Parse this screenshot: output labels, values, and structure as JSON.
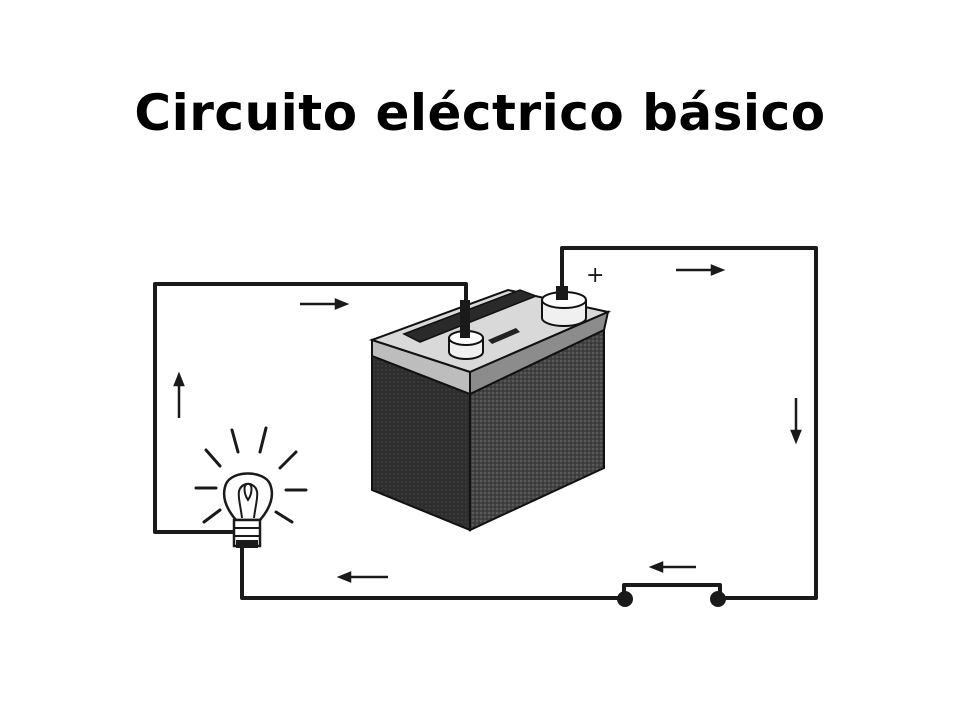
{
  "slide": {
    "title": "Circuito eléctrico básico"
  },
  "diagram": {
    "battery_positive_label": "+",
    "colors": {
      "ink": "#1a1a1a",
      "battery_body": "#3a3a3a",
      "battery_top": "#d9d9d9",
      "background": "#ffffff"
    },
    "components": [
      "battery",
      "light-bulb",
      "switch",
      "wire",
      "current-arrows"
    ]
  }
}
